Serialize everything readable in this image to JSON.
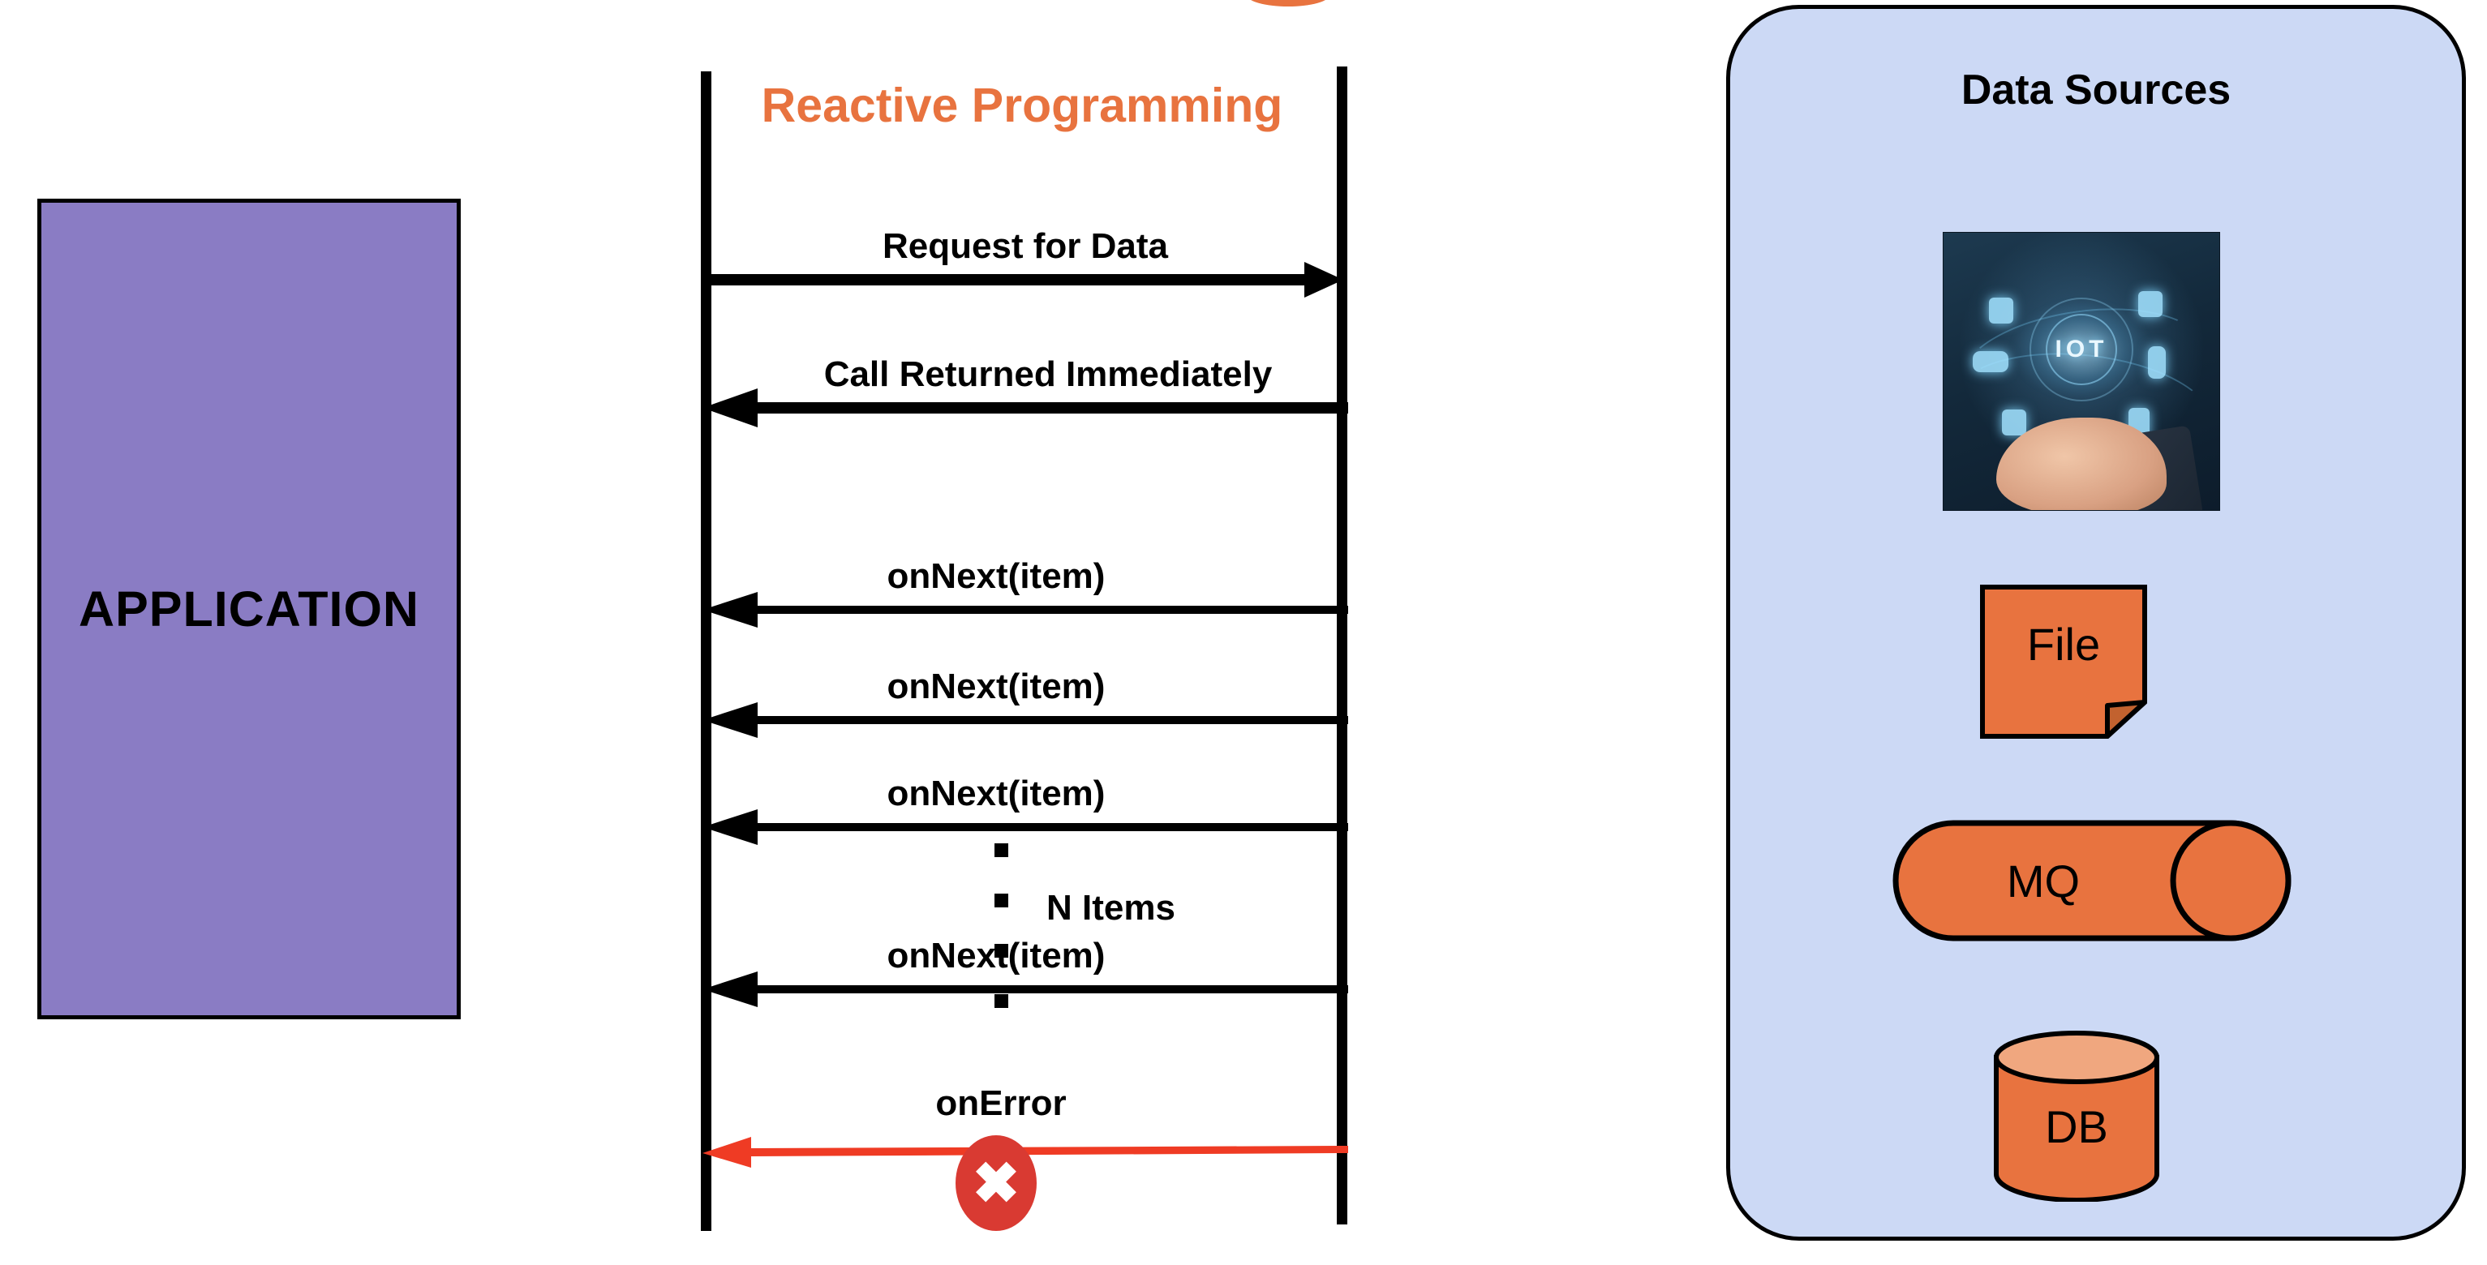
{
  "diagram": {
    "type": "sequence-diagram",
    "title": "Reactive Programming"
  },
  "application": {
    "label": "APPLICATION",
    "fill_color": "#8a7cc4",
    "border_color": "#000000"
  },
  "sequence": {
    "title": "Reactive Programming",
    "title_color": "#e8733f",
    "left_lifeline_name": "application-lifeline",
    "right_lifeline_name": "data-source-lifeline",
    "messages": [
      {
        "label": "Request for Data",
        "direction": "right",
        "color": "#000000"
      },
      {
        "label": "Call Returned Immediately",
        "direction": "left",
        "color": "#000000"
      },
      {
        "label": "onNext(item)",
        "direction": "left",
        "color": "#000000"
      },
      {
        "label": "onNext(item)",
        "direction": "left",
        "color": "#000000"
      },
      {
        "label": "onNext(item)",
        "direction": "left",
        "color": "#000000"
      },
      {
        "label": "onNext(item)",
        "direction": "left",
        "color": "#000000"
      },
      {
        "label": "onError",
        "direction": "left",
        "color": "#ef3b24"
      }
    ],
    "n_items_label": "N Items",
    "error_badge": {
      "glyph": "✖",
      "color": "#d93a32",
      "name": "error-cross-icon"
    }
  },
  "data_sources": {
    "title": "Data Sources",
    "panel_fill": "#ccd9f5",
    "panel_border": "#000000",
    "items": [
      {
        "label": "IOT",
        "icon": "iot-devices-image",
        "shape": "image"
      },
      {
        "label": "File",
        "icon": "file-document-icon",
        "shape": "document",
        "fill": "#e8733f"
      },
      {
        "label": "MQ",
        "icon": "message-queue-icon",
        "shape": "horizontal-cylinder",
        "fill": "#e8733f"
      },
      {
        "label": "DB",
        "icon": "database-icon",
        "shape": "vertical-cylinder",
        "fill": "#e8733f"
      }
    ]
  }
}
